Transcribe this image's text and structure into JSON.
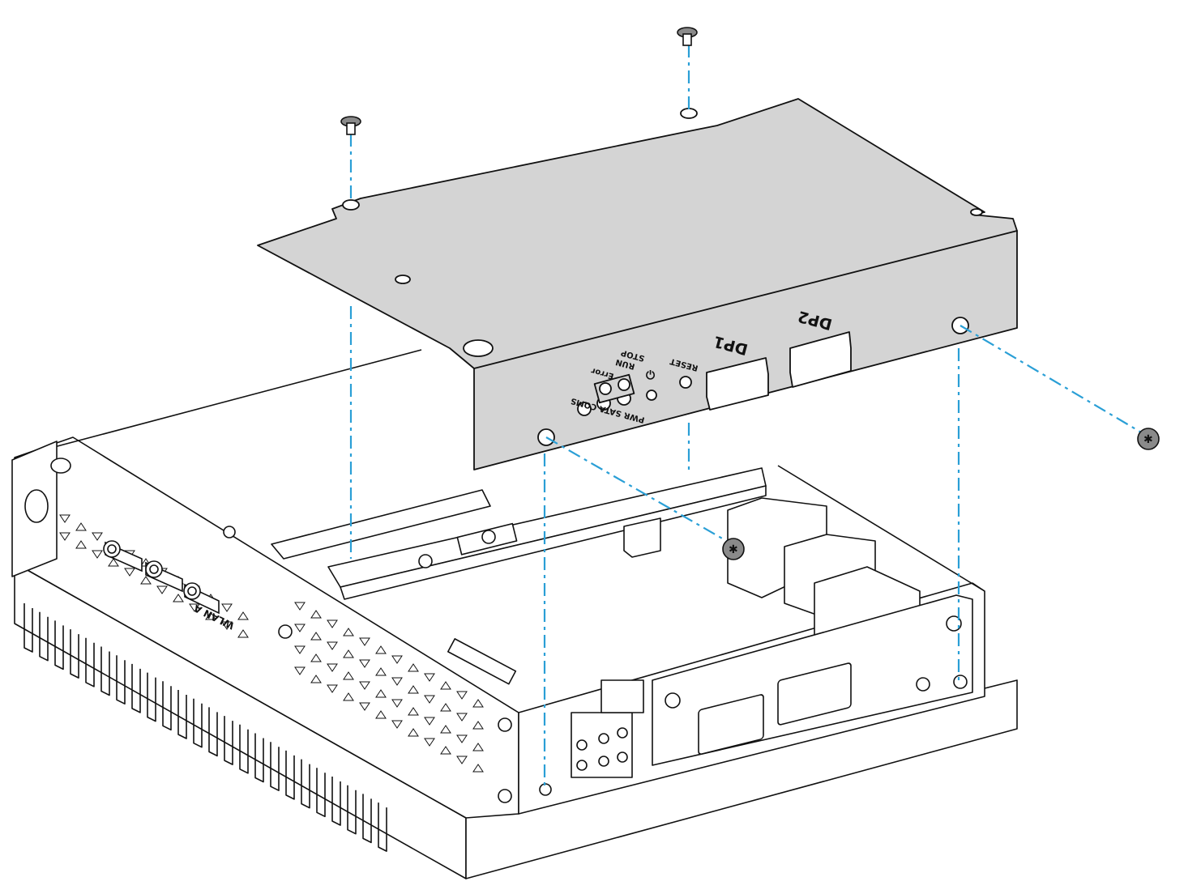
{
  "colors": {
    "cover_fill": "#d4d4d4",
    "outline": "#111111",
    "guide_line": "#2a9fd6",
    "chassis_fill": "#ffffff",
    "screw_fill": "#8a8a8a"
  },
  "panel_labels": {
    "dp1": "DP1",
    "dp2": "DP2",
    "reset": "RESET",
    "run": "RUN",
    "stop": "STOP",
    "error": "Error",
    "pwr_sata_coms": "PWR SATA COMS",
    "wlan": "WLAN A"
  },
  "screws": [
    {
      "name": "screw-top-left",
      "icon": "flat-head-screw"
    },
    {
      "name": "screw-top-right",
      "icon": "flat-head-screw"
    },
    {
      "name": "screw-side-front",
      "icon": "flat-head-screw"
    },
    {
      "name": "screw-side-right",
      "icon": "flat-head-screw"
    }
  ]
}
